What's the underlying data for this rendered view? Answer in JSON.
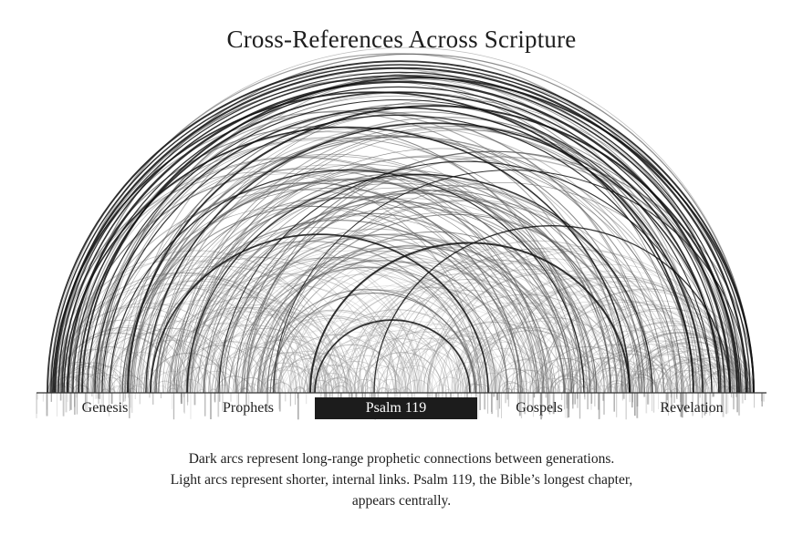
{
  "title": "Cross-References Across Scripture",
  "books": [
    {
      "label": "Genesis",
      "highlight": false
    },
    {
      "label": "Prophets",
      "highlight": false
    },
    {
      "label": "Psalm 119",
      "highlight": true
    },
    {
      "label": "Gospels",
      "highlight": false
    },
    {
      "label": "Revelation",
      "highlight": false
    }
  ],
  "caption": {
    "line1": "Dark arcs represent long-range prophetic connections between generations.",
    "line2": "Light arcs represent shorter, internal links. Psalm 119, the Bible’s longest chapter,",
    "line3": "appears centrally."
  },
  "colors": {
    "dark_arc": "#111111",
    "light_arc": "#9a9a9a",
    "highlight_bg": "#1c1c1c",
    "highlight_text": "#ffffff"
  }
}
